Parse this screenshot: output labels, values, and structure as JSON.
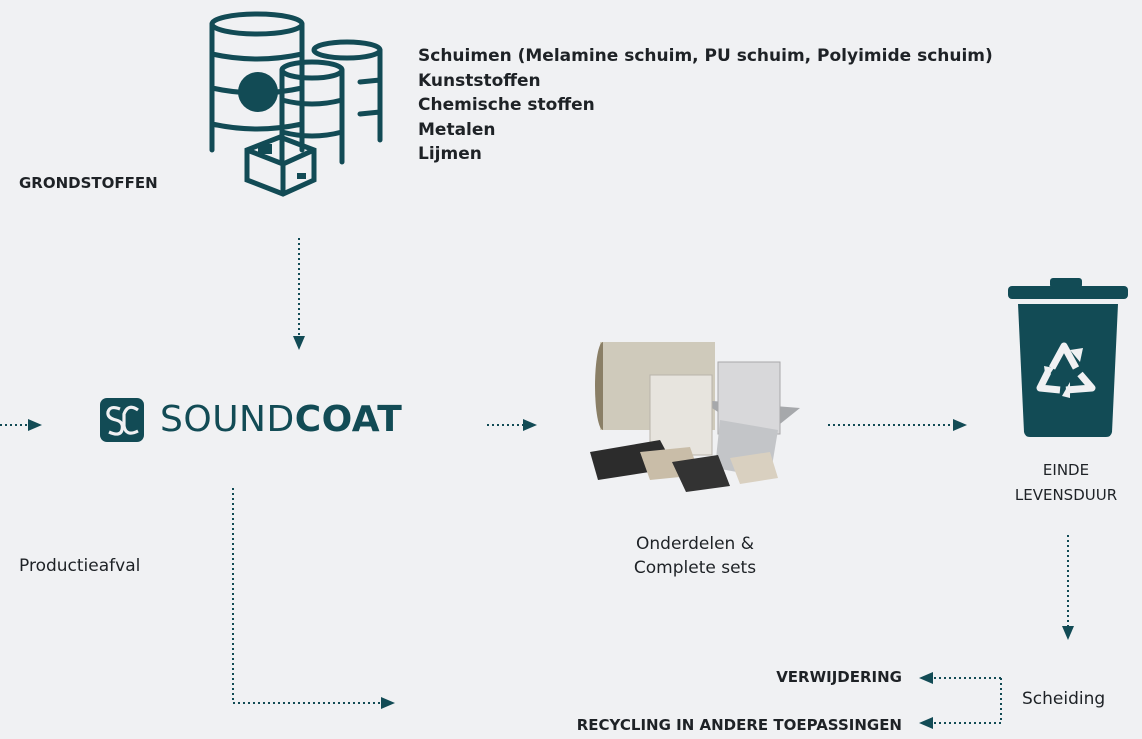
{
  "materials": {
    "items": [
      "Schuimen (Melamine schuim, PU schuim, Polyimide schuim)",
      "Kunststoffen",
      "Chemische stoffen",
      "Metalen",
      "Lijmen"
    ]
  },
  "labels": {
    "raw_materials": "GRONDSTOFFEN",
    "production_waste": "Productieafval",
    "parts": "Onderdelen &",
    "parts_line2": "Complete sets",
    "end_of_life": "EINDE",
    "end_of_life_line2": "LEVENSDUUR",
    "removal": "VERWIJDERING",
    "recycling": "RECYCLING IN ANDERE TOEPASSINGEN",
    "separation": "Scheiding"
  },
  "brand": {
    "logo_mark": "SC",
    "name_light": "SOUND",
    "name_bold": "COAT"
  },
  "colors": {
    "primary": "#124b55",
    "background": "#f0f1f3",
    "text": "#1e2226"
  },
  "icons": [
    "barrels-box-icon",
    "recycle-bin-icon",
    "parts-photo",
    "sc-logo-mark"
  ]
}
